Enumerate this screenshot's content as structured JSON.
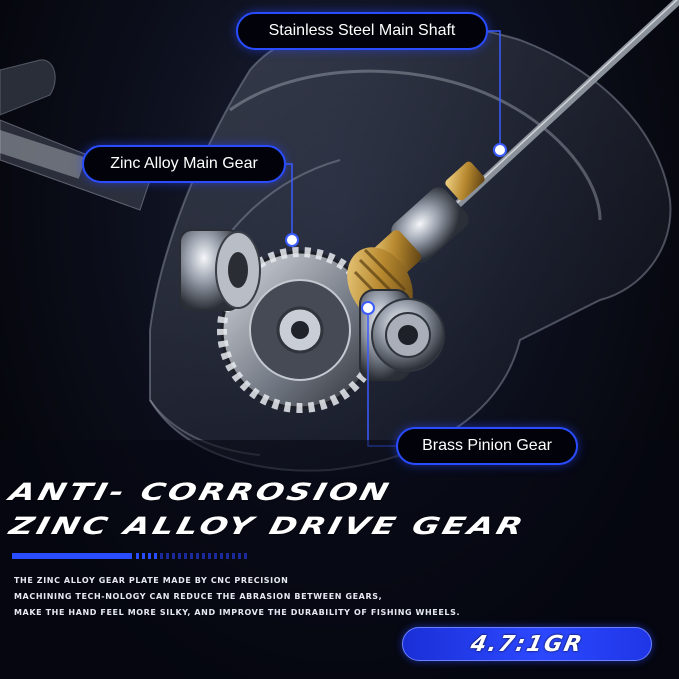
{
  "callouts": {
    "shaft": "Stainless Steel Main Shaft",
    "main_gear": "Zinc Alloy Main Gear",
    "pinion": "Brass Pinion Gear"
  },
  "headline": {
    "line1": "ANTI- CORROSION",
    "line2": "ZINC ALLOY DRIVE GEAR"
  },
  "description": {
    "line1": "THE ZINC ALLOY GEAR PLATE MADE BY CNC PRECISION",
    "line2": "MACHINING TECH-NOLOGY CAN REDUCE THE ABRASION BETWEEN GEARS,",
    "line3": "MAKE THE HAND FEEL MORE SILKY, AND IMPROVE THE DURABILITY OF FISHING WHEELS."
  },
  "ratio_badge": "4.7:1GR",
  "colors": {
    "accent_blue": "#2a4cff",
    "background": "#0c0f1c",
    "text": "#ffffff",
    "brass": "#c9a24a"
  }
}
